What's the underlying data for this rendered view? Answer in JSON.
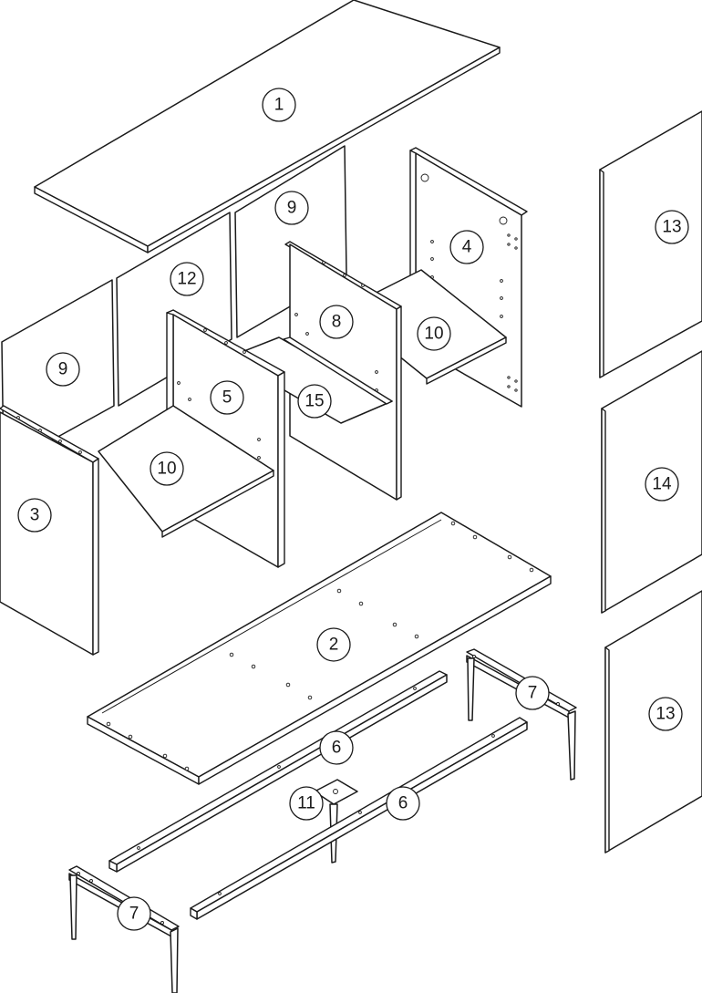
{
  "callouts": {
    "top_panel": "1",
    "bottom_panel": "2",
    "left_side": "3",
    "right_side": "4",
    "divider_left": "5",
    "rail_front": "6",
    "rail_back": "6",
    "leg_frame_right": "7",
    "leg_frame_left": "7",
    "divider_right": "8",
    "back_panel_right": "9",
    "back_panel_left": "9",
    "shelf_right": "10",
    "shelf_left": "10",
    "center_leg": "11",
    "back_panel_center": "12",
    "door_top": "13",
    "door_middle": "14",
    "door_bottom": "13",
    "center_shelf": "15"
  },
  "colors": {
    "line": "#1a1a1a",
    "fill": "#ffffff"
  }
}
